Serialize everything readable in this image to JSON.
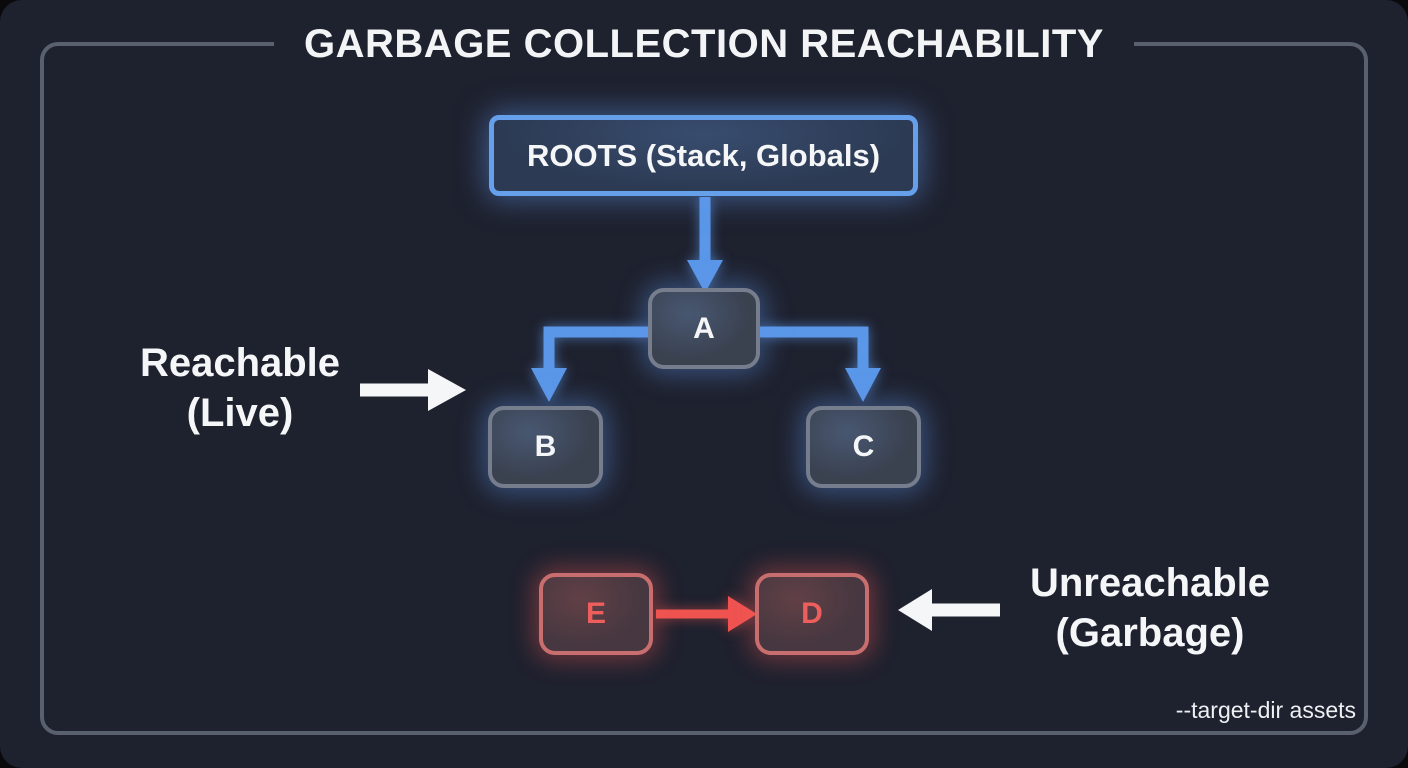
{
  "title": "GARBAGE COLLECTION REACHABILITY",
  "roots_box": {
    "label": "ROOTS (Stack, Globals)"
  },
  "nodes": {
    "a": {
      "label": "A",
      "state": "reachable"
    },
    "b": {
      "label": "B",
      "state": "reachable"
    },
    "c": {
      "label": "C",
      "state": "reachable"
    },
    "e": {
      "label": "E",
      "state": "unreachable"
    },
    "d": {
      "label": "D",
      "state": "unreachable"
    }
  },
  "edges": [
    "ROOTS->A",
    "A->B",
    "A->C",
    "E->D"
  ],
  "annotations": {
    "reachable": {
      "line1": "Reachable",
      "line2": "(Live)"
    },
    "unreachable": {
      "line1": "Unreachable",
      "line2": "(Garbage)"
    }
  },
  "footer": {
    "caption": "--target-dir assets"
  },
  "colors": {
    "background": "#1e212e",
    "frame_border": "#5a616e",
    "blue_accent": "#5b97e8",
    "roots_border": "#66a0ea",
    "gray_node_border": "#767e8e",
    "red_accent": "#ef5350",
    "red_node_border": "#c96e6e",
    "text_primary": "#f5f6f8"
  }
}
